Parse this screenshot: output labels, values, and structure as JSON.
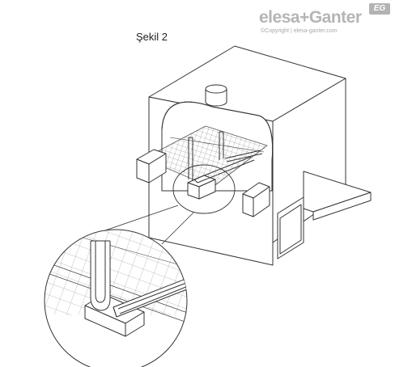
{
  "brand": {
    "name": "elesa+Ganter",
    "badge": "EG",
    "copyright": "©Copyright | elesa-ganter.com"
  },
  "figure": {
    "label": "Şekil 2"
  },
  "colors": {
    "line": "#333333",
    "brand_gray": "#b5b5b5",
    "grid": "#777777"
  }
}
